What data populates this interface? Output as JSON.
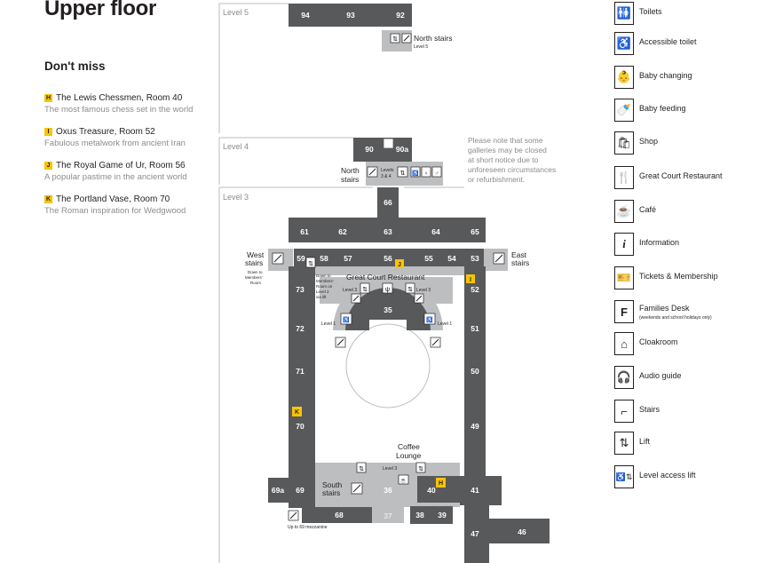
{
  "title": "Upper floor",
  "dont_miss": {
    "heading": "Don't miss",
    "items": [
      {
        "letter": "H",
        "name": "The Lewis Chessmen",
        "room": ", Room 40",
        "desc": "The most famous chess set in the world"
      },
      {
        "letter": "I",
        "name": "Oxus Treasure",
        "room": ", Room 52",
        "desc": "Fabulous metalwork from ancient Iran"
      },
      {
        "letter": "J",
        "name": "The Royal Game of Ur",
        "room": ", Room 56",
        "desc": "A popular pastime in the ancient world"
      },
      {
        "letter": "K",
        "name": "The Portland Vase",
        "room": ", Room 70",
        "desc": "The Roman inspiration for Wedgwood"
      }
    ]
  },
  "note_lines": [
    "Please note that some",
    "galleries may be closed",
    "at short notice due to",
    "unforeseen circumstances",
    "or refurbishment."
  ],
  "levels": {
    "level5": "Level 5",
    "level4": "Level 4",
    "level3": "Level 3"
  },
  "rooms": {
    "r94": "94",
    "r93": "93",
    "r92": "92",
    "r90": "90",
    "r90a": "90a",
    "r66": "66",
    "r61": "61",
    "r62": "62",
    "r63": "63",
    "r64": "64",
    "r65": "65",
    "r59": "59",
    "r58": "58",
    "r57": "57",
    "r56": "56",
    "r55": "55",
    "r54": "54",
    "r53": "53",
    "r73": "73",
    "r72": "72",
    "r71": "71",
    "r70": "70",
    "r69": "69",
    "r69a": "69a",
    "r68": "68",
    "r52": "52",
    "r51": "51",
    "r50": "50",
    "r49": "49",
    "r41": "41",
    "r40": "40",
    "r39": "39",
    "r38": "38",
    "r37": "37",
    "r36": "36",
    "r35": "35",
    "r47": "47",
    "r46": "46"
  },
  "labels": {
    "north_stairs_top": "North stairs",
    "level5_small": "Level 5",
    "north_stairs_line1": "North",
    "north_stairs_line2": "stairs",
    "levels_3_4_line1": "Levels",
    "levels_3_4_line2": "3 & 4",
    "west_stairs_line1": "West",
    "west_stairs_line2": "stairs",
    "west_sub_line1": "Down to",
    "west_sub_line2": "Members'",
    "west_sub_line3": "Room",
    "east_stairs_line1": "East",
    "east_stairs_line2": "stairs",
    "members_line1": "Down to",
    "members_line2": "Members'",
    "members_line3": "Room on",
    "members_line4": "Level 2",
    "members_line5": "via lift",
    "restaurant": "Great Court Restaurant",
    "level3_left": "Level 3",
    "level3_right": "Level 3",
    "level1_left": "Level 1",
    "level1_right": "Level 1",
    "coffee_line1": "Coffee",
    "coffee_line2": "Lounge",
    "level3_bottom": "Level 3",
    "south_stairs_line1": "South",
    "south_stairs_line2": "stairs",
    "mezzanine": "Up to 69 mezzanine",
    "marker_j": "J",
    "marker_i": "I",
    "marker_k": "K",
    "marker_h": "H"
  },
  "legend": [
    {
      "icon": "toilets-icon",
      "glyph": "🚻",
      "label": "Toilets"
    },
    {
      "icon": "accessible-toilet-icon",
      "glyph": "♿",
      "label": "Accessible toilet"
    },
    {
      "icon": "baby-changing-icon",
      "glyph": "👶",
      "label": "Baby changing"
    },
    {
      "icon": "baby-feeding-icon",
      "glyph": "🍼",
      "label": "Baby feeding"
    },
    {
      "icon": "shop-icon",
      "glyph": "🛍",
      "label": "Shop"
    },
    {
      "icon": "restaurant-icon",
      "glyph": "🍴",
      "label": "Great Court Restaurant"
    },
    {
      "icon": "cafe-icon",
      "glyph": "☕",
      "label": "Café"
    },
    {
      "icon": "information-icon",
      "glyph": "i",
      "label": "Information"
    },
    {
      "icon": "tickets-icon",
      "glyph": "🎫",
      "label": "Tickets & Membership"
    },
    {
      "icon": "families-desk-icon",
      "glyph": "F",
      "label": "Families Desk",
      "sub": "(weekends and school holidays only)"
    },
    {
      "icon": "cloakroom-icon",
      "glyph": "⌂",
      "label": "Cloakroom"
    },
    {
      "icon": "audio-guide-icon",
      "glyph": "🎧",
      "label": "Audio guide"
    },
    {
      "icon": "stairs-icon",
      "glyph": "⌐",
      "label": "Stairs"
    },
    {
      "icon": "lift-icon",
      "glyph": "⇅",
      "label": "Lift"
    },
    {
      "icon": "level-access-lift-icon",
      "glyph": "♿⇅",
      "label": "Level access lift"
    }
  ],
  "colors": {
    "room": "#58595b",
    "corridor": "#bcbec0",
    "marker": "#f7c500",
    "outline": "#bcbec0",
    "text_muted": "#8c8c8c"
  }
}
